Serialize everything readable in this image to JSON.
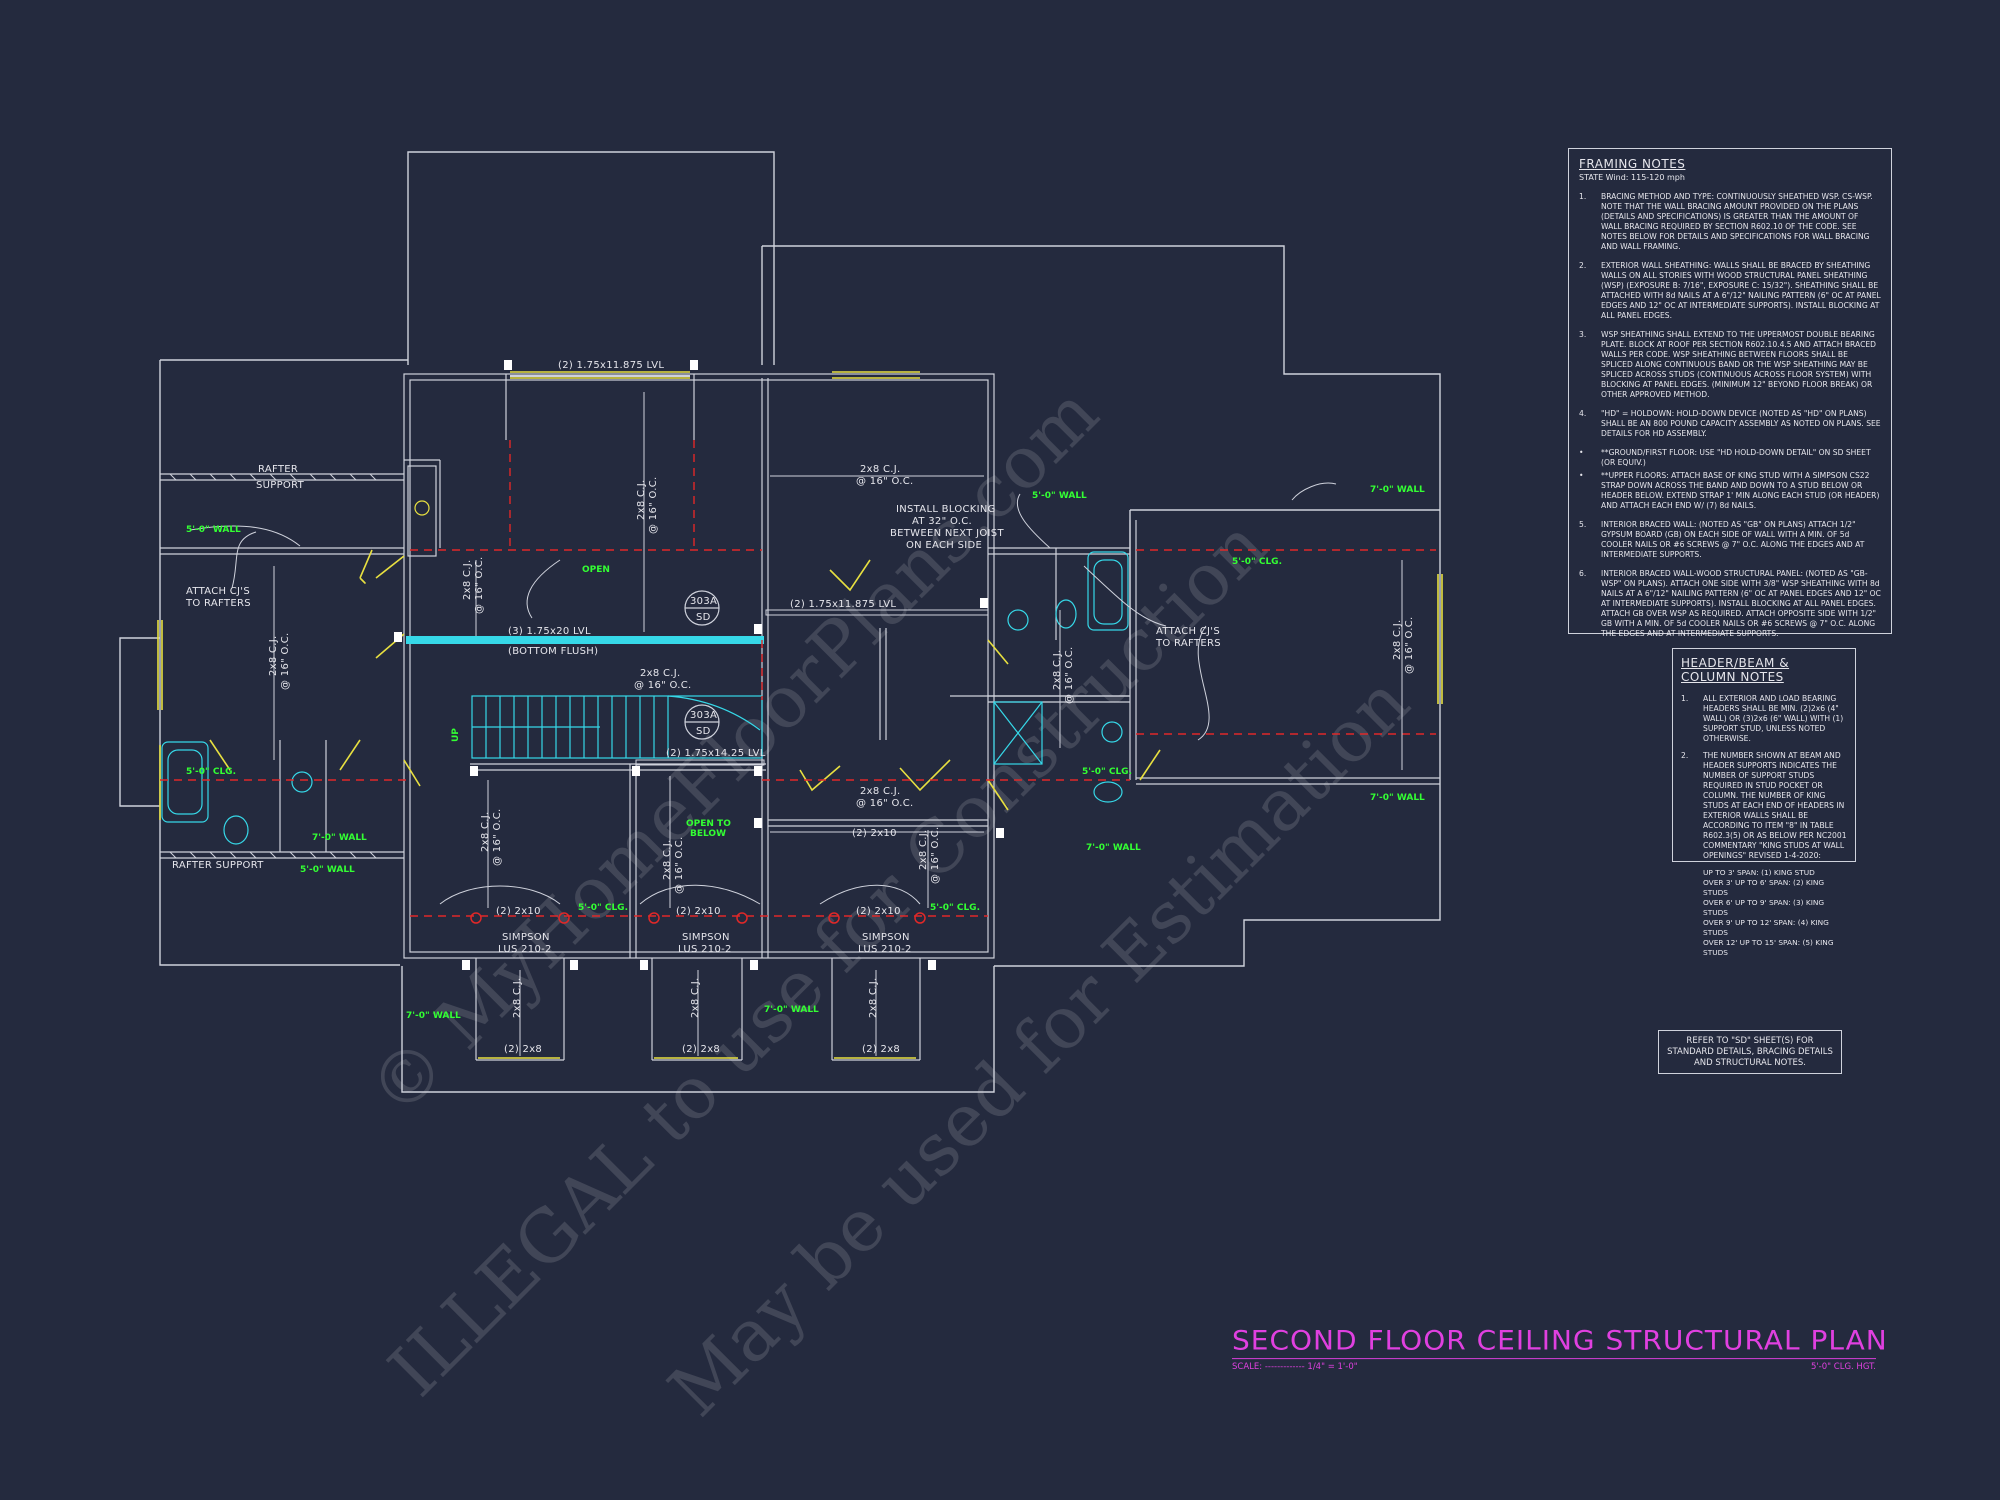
{
  "drawing": {
    "title": "SECOND FLOOR CEILING STRUCTURAL PLAN",
    "scale_label": "SCALE:",
    "scale_value": "1/4\" = 1'-0\"",
    "ceiling_height": "5'-0\" CLG. HGT."
  },
  "watermark": {
    "line1": "© MyHomeFloorPlans.com",
    "line2": "ILLEGAL to use for Construction",
    "line3": "May be used for Estimation"
  },
  "framing_notes": {
    "title": "FRAMING NOTES",
    "subtitle": "STATE Wind: 115-120 mph",
    "items": [
      {
        "num": "1.",
        "text": "BRACING METHOD AND TYPE: CONTINUOUSLY SHEATHED WSP. CS-WSP. NOTE THAT THE WALL BRACING AMOUNT PROVIDED ON THE PLANS (DETAILS AND SPECIFICATIONS) IS GREATER THAN THE AMOUNT OF WALL BRACING REQUIRED BY SECTION R602.10 OF THE CODE. SEE NOTES BELOW FOR DETAILS AND SPECIFICATIONS FOR WALL BRACING AND WALL FRAMING."
      },
      {
        "num": "2.",
        "text": "EXTERIOR WALL SHEATHING: WALLS SHALL BE BRACED BY SHEATHING WALLS ON ALL STORIES WITH WOOD STRUCTURAL PANEL SHEATHING (WSP) (EXPOSURE B: 7/16\", EXPOSURE C: 15/32\"). SHEATHING SHALL BE ATTACHED WITH 8d NAILS AT A 6\"/12\" NAILING PATTERN (6\" OC AT PANEL EDGES AND 12\" OC AT INTERMEDIATE SUPPORTS). INSTALL BLOCKING AT ALL PANEL EDGES."
      },
      {
        "num": "3.",
        "text": "WSP SHEATHING SHALL EXTEND TO THE UPPERMOST DOUBLE BEARING PLATE. BLOCK AT ROOF PER SECTION R602.10.4.5 AND ATTACH BRACED WALLS PER CODE. WSP SHEATHING BETWEEN FLOORS SHALL BE SPLICED ALONG CONTINUOUS BAND OR THE WSP SHEATHING MAY BE SPLICED ACROSS STUDS (CONTINUOUS ACROSS FLOOR SYSTEM) WITH BLOCKING AT PANEL EDGES. (MINIMUM 12\" BEYOND FLOOR BREAK) OR OTHER APPROVED METHOD."
      },
      {
        "num": "4.",
        "text": "\"HD\" = HOLDOWN: HOLD-DOWN DEVICE (NOTED AS \"HD\" ON PLANS) SHALL BE AN 800 POUND CAPACITY ASSEMBLY AS NOTED ON PLANS. SEE DETAILS FOR HD ASSEMBLY."
      },
      {
        "num": "•",
        "text": "**GROUND/FIRST FLOOR: USE \"HD HOLD-DOWN DETAIL\" ON SD SHEET (OR EQUIV.)"
      },
      {
        "num": "•",
        "text": "**UPPER FLOORS: ATTACH BASE OF KING STUD WITH A SIMPSON CS22 STRAP DOWN ACROSS THE BAND AND DOWN TO A STUD BELOW OR HEADER BELOW. EXTEND STRAP 1' MIN ALONG EACH STUD (OR HEADER) AND ATTACH EACH END W/ (7) 8d NAILS."
      },
      {
        "num": "5.",
        "text": "INTERIOR BRACED WALL: (NOTED AS \"GB\" ON PLANS) ATTACH 1/2\" GYPSUM BOARD (GB) ON EACH SIDE OF WALL WITH A MIN. OF 5d COOLER NAILS OR #6 SCREWS @ 7\" O.C. ALONG THE EDGES AND AT INTERMEDIATE SUPPORTS."
      },
      {
        "num": "6.",
        "text": "INTERIOR BRACED WALL-WOOD STRUCTURAL PANEL: (NOTED AS \"GB-WSP\" ON PLANS). ATTACH ONE SIDE WITH 3/8\" WSP SHEATHING WITH 8d NAILS AT A 6\"/12\" NAILING PATTERN (6\" OC AT PANEL EDGES AND 12\" OC AT INTERMEDIATE SUPPORTS). INSTALL BLOCKING AT ALL PANEL EDGES. ATTACH GB OVER WSP AS REQUIRED. ATTACH OPPOSITE SIDE WITH 1/2\" GB WITH A MIN. OF 5d COOLER NAILS OR #6 SCREWS @ 7\" O.C. ALONG THE EDGES AND AT INTERMEDIATE SUPPORTS."
      }
    ]
  },
  "header_notes": {
    "title": "HEADER/BEAM & COLUMN NOTES",
    "items": [
      {
        "num": "1.",
        "text": "ALL EXTERIOR AND LOAD BEARING HEADERS SHALL BE MIN. (2)2x6 (4\" WALL) OR (3)2x6 (6\" WALL) WITH (1) SUPPORT STUD, UNLESS NOTED OTHERWISE."
      },
      {
        "num": "2.",
        "text": "THE NUMBER SHOWN AT BEAM AND HEADER SUPPORTS INDICATES THE NUMBER OF SUPPORT STUDS REQUIRED IN STUD POCKET OR COLUMN. THE NUMBER OF KING STUDS AT EACH END OF HEADERS IN EXTERIOR WALLS SHALL BE ACCORDING TO ITEM \"8\" IN TABLE R602.3(5) OR AS BELOW PER NC2001 COMMENTARY \"KING STUDS AT WALL OPENINGS\" REVISED 1-4-2020:"
      }
    ],
    "king_studs": [
      "UP TO 3' SPAN: (1) KING STUD",
      "OVER 3' UP TO 6' SPAN: (2) KING STUDS",
      "OVER 6' UP TO 9' SPAN: (3) KING STUDS",
      "OVER 9' UP TO 12' SPAN: (4) KING STUDS",
      "OVER 12' UP TO 15' SPAN: (5) KING STUDS"
    ]
  },
  "refer_note": "REFER TO \"SD\" SHEET(S) FOR STANDARD DETAILS, BRACING DETAILS AND STRUCTURAL NOTES.",
  "plan_labels": {
    "lvl_top": "(2) 1.75x11.875 LVL",
    "lvl_mid": "(2) 1.75x11.875 LVL",
    "lvl_main": "(3) 1.75x20 LVL",
    "bottom_flush": "(BOTTOM FLUSH)",
    "lvl_stair": "(2) 1.75x14.25 LVL",
    "rafter_support_top": "RAFTER",
    "rafter_support_top2": "SUPPORT",
    "rafter_support_bottom": "RAFTER SUPPORT",
    "attach_cjs_left": "ATTACH CJ'S",
    "attach_cjs_left2": "TO RAFTERS",
    "attach_cjs_right": "ATTACH CJ'S",
    "attach_cjs_right2": "TO RAFTERS",
    "install_blocking": [
      "INSTALL BLOCKING",
      "AT 32\" O.C.",
      "BETWEEN NEXT JOIST",
      "ON EACH SIDE"
    ],
    "cj_2x8": "2x8 C.J.",
    "cj_oc": "@ 16\" O.C.",
    "two_2x10": "(2) 2x10",
    "two_2x8": "(2) 2x8",
    "simpson": "SIMPSON",
    "lus": "LUS 210-2",
    "section_tag": "303A",
    "section_sd": "SD",
    "open": "OPEN",
    "open_below": "OPEN TO",
    "open_below2": "BELOW",
    "up": "UP",
    "wall_5": "5'-0\" WALL",
    "wall_7": "7'-0\" WALL",
    "clg_5": "5'-0\" CLG."
  },
  "colors": {
    "background": "#242a3e",
    "line": "#cfd2dc",
    "beam": "#36d8e8",
    "door": "#e8e040",
    "annotation_green": "#33ff33",
    "dash_red": "#e02828",
    "title": "#e040e0"
  }
}
